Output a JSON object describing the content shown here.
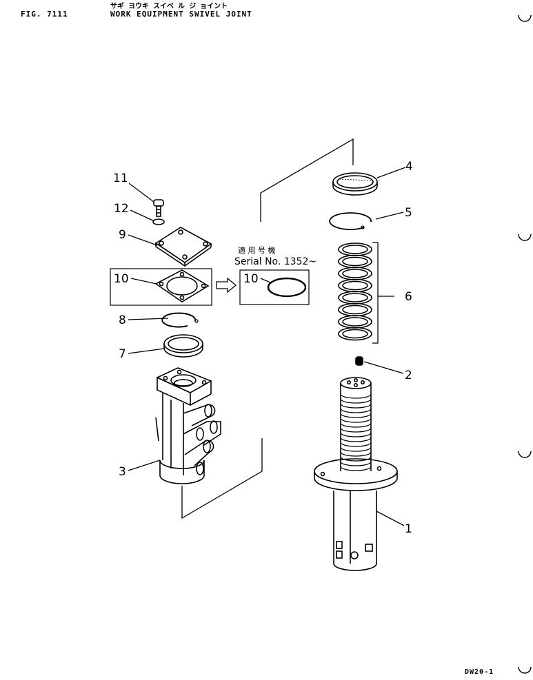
{
  "header": {
    "figure_code": "FIG. 7111",
    "title_kana": "サギ ヨウキ スイベ ル ジ ョイント",
    "title": "WORK EQUIPMENT SWIVEL JOINT"
  },
  "callouts": {
    "c1": "1",
    "c2": "2",
    "c3": "3",
    "c4": "4",
    "c5": "5",
    "c6": "6",
    "c7": "7",
    "c8": "8",
    "c9": "9",
    "c10a": "10",
    "c10b": "10",
    "c11": "11",
    "c12": "12"
  },
  "serial_note": {
    "jp": "適 用 号 機",
    "label": "Serial No. 1352~"
  },
  "footer": {
    "page_code": "DW20-1"
  }
}
